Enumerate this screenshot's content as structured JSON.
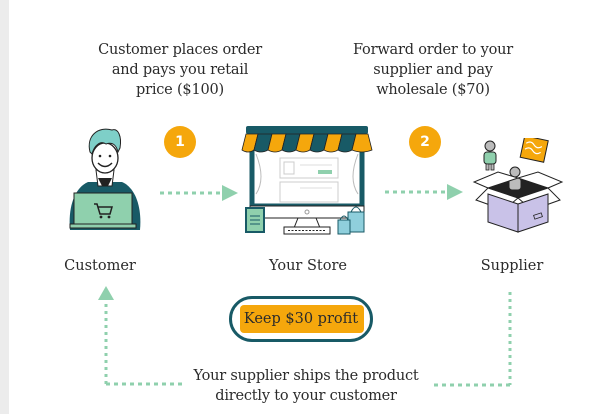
{
  "steps": [
    {
      "number": "1",
      "text_lines": [
        "Customer places order",
        "and pays you retail",
        "price ($100)"
      ]
    },
    {
      "number": "2",
      "text_lines": [
        "Forward order to your",
        "supplier and pay",
        "wholesale ($70)"
      ]
    }
  ],
  "nodes": [
    {
      "label": "Customer",
      "icon": "customer-laptop-icon"
    },
    {
      "label": "Your Store",
      "icon": "online-store-icon"
    },
    {
      "label": "Supplier",
      "icon": "supplier-box-icon"
    }
  ],
  "profit": {
    "label": "Keep $30 profit"
  },
  "shipping": {
    "text_lines": [
      "Your supplier ships the product",
      "directly to your customer"
    ]
  },
  "colors": {
    "accent_orange": "#f5a70c",
    "dark_teal": "#185a66",
    "arrow_green": "#8fd0ad",
    "laptop_green": "#8fd0ad",
    "hair_teal": "#7ecfc8",
    "bag_blue": "#8fcfdc",
    "box_purple": "#c9c2e8",
    "text": "#2b2b2b"
  }
}
